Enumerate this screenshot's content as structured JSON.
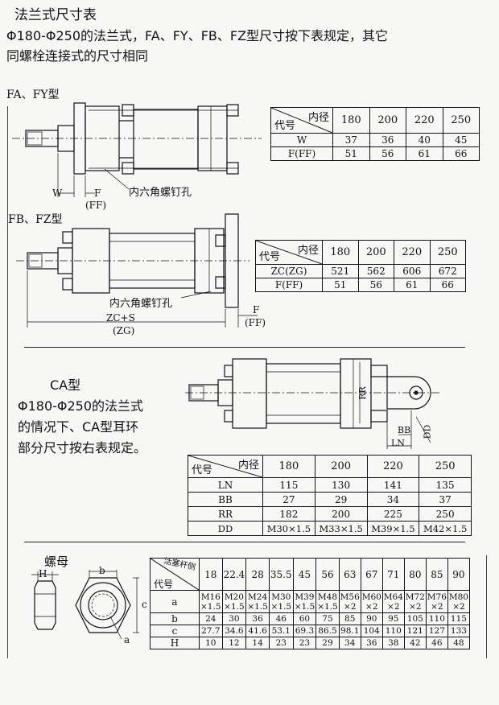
{
  "title": "法兰式尺寸表",
  "intro": {
    "line1": "Φ180-Φ250的法兰式，FA、FY、FB、FZ型尺寸按下表规定，其它",
    "line2": "同螺栓连接式的尺寸相同"
  },
  "fa_section": {
    "label": "FA、FY型",
    "callout": "内六角螺钉孔",
    "dim_w": "W",
    "dim_f": "F",
    "dim_ff": "(FF)"
  },
  "fa_table": {
    "header_top": "内径",
    "header_bottom": "代号",
    "columns": [
      "180",
      "200",
      "220",
      "250"
    ],
    "rows": [
      {
        "code": "W",
        "values": [
          "37",
          "36",
          "40",
          "45"
        ]
      },
      {
        "code": "F(FF)",
        "values": [
          "51",
          "56",
          "61",
          "66"
        ]
      }
    ]
  },
  "fb_section": {
    "label": "FB、FZ型",
    "callout": "内六角螺钉孔",
    "dim_zc": "ZC+S",
    "dim_zg": "(ZG)",
    "dim_f": "F",
    "dim_ff": "(FF)"
  },
  "fb_table": {
    "header_top": "内径",
    "header_bottom": "代号",
    "columns": [
      "180",
      "200",
      "220",
      "250"
    ],
    "rows": [
      {
        "code": "ZC(ZG)",
        "values": [
          "521",
          "562",
          "606",
          "672"
        ]
      },
      {
        "code": "F(FF)",
        "values": [
          "51",
          "56",
          "61",
          "66"
        ]
      }
    ]
  },
  "ca_section": {
    "label": "CA型",
    "line1": "Φ180-Φ250的法兰式",
    "line2": "的情况下、CA型耳环",
    "line3": "部分尺寸按右表规定。",
    "dim_rr": "RR",
    "dim_bb": "BB",
    "dim_ln": "LN",
    "dim_dd": "DD"
  },
  "ca_table": {
    "header_top": "内径",
    "header_bottom": "代号",
    "columns": [
      "180",
      "200",
      "220",
      "250"
    ],
    "rows": [
      {
        "code": "LN",
        "values": [
          "115",
          "130",
          "141",
          "135"
        ]
      },
      {
        "code": "BB",
        "values": [
          "27",
          "29",
          "34",
          "37"
        ]
      },
      {
        "code": "RR",
        "values": [
          "182",
          "200",
          "225",
          "250"
        ]
      },
      {
        "code": "DD",
        "values": [
          "M30×1.5",
          "M33×1.5",
          "M39×1.5",
          "M42×1.5"
        ]
      }
    ]
  },
  "nut_section": {
    "label": "螺母",
    "dim_h": "H",
    "dim_b": "b",
    "dim_c": "c",
    "dim_a": "a"
  },
  "nut_table": {
    "header_top": "活塞杆侧",
    "header_bottom": "代号",
    "columns": [
      "18",
      "22.4",
      "28",
      "35.5",
      "45",
      "56",
      "63",
      "67",
      "71",
      "80",
      "85",
      "90"
    ],
    "rows": [
      {
        "code": "a",
        "line1": [
          "M16",
          "M20",
          "M24",
          "M30",
          "M39",
          "M48",
          "M56",
          "M60",
          "M64",
          "M72",
          "M76",
          "M80"
        ],
        "line2": [
          "×1.5",
          "×1.5",
          "×1.5",
          "×1.5",
          "×1.5",
          "×1.5",
          "×2",
          "×2",
          "×2",
          "×2",
          "×2",
          "×2"
        ]
      },
      {
        "code": "b",
        "values": [
          "24",
          "30",
          "36",
          "46",
          "60",
          "75",
          "85",
          "90",
          "95",
          "105",
          "110",
          "115"
        ]
      },
      {
        "code": "c",
        "values": [
          "27.7",
          "34.6",
          "41.6",
          "53.1",
          "69.3",
          "86.5",
          "98.1",
          "104",
          "110",
          "121",
          "127",
          "133"
        ]
      },
      {
        "code": "H",
        "values": [
          "10",
          "12",
          "14",
          "23",
          "23",
          "29",
          "34",
          "36",
          "38",
          "42",
          "46",
          "48"
        ]
      }
    ]
  }
}
